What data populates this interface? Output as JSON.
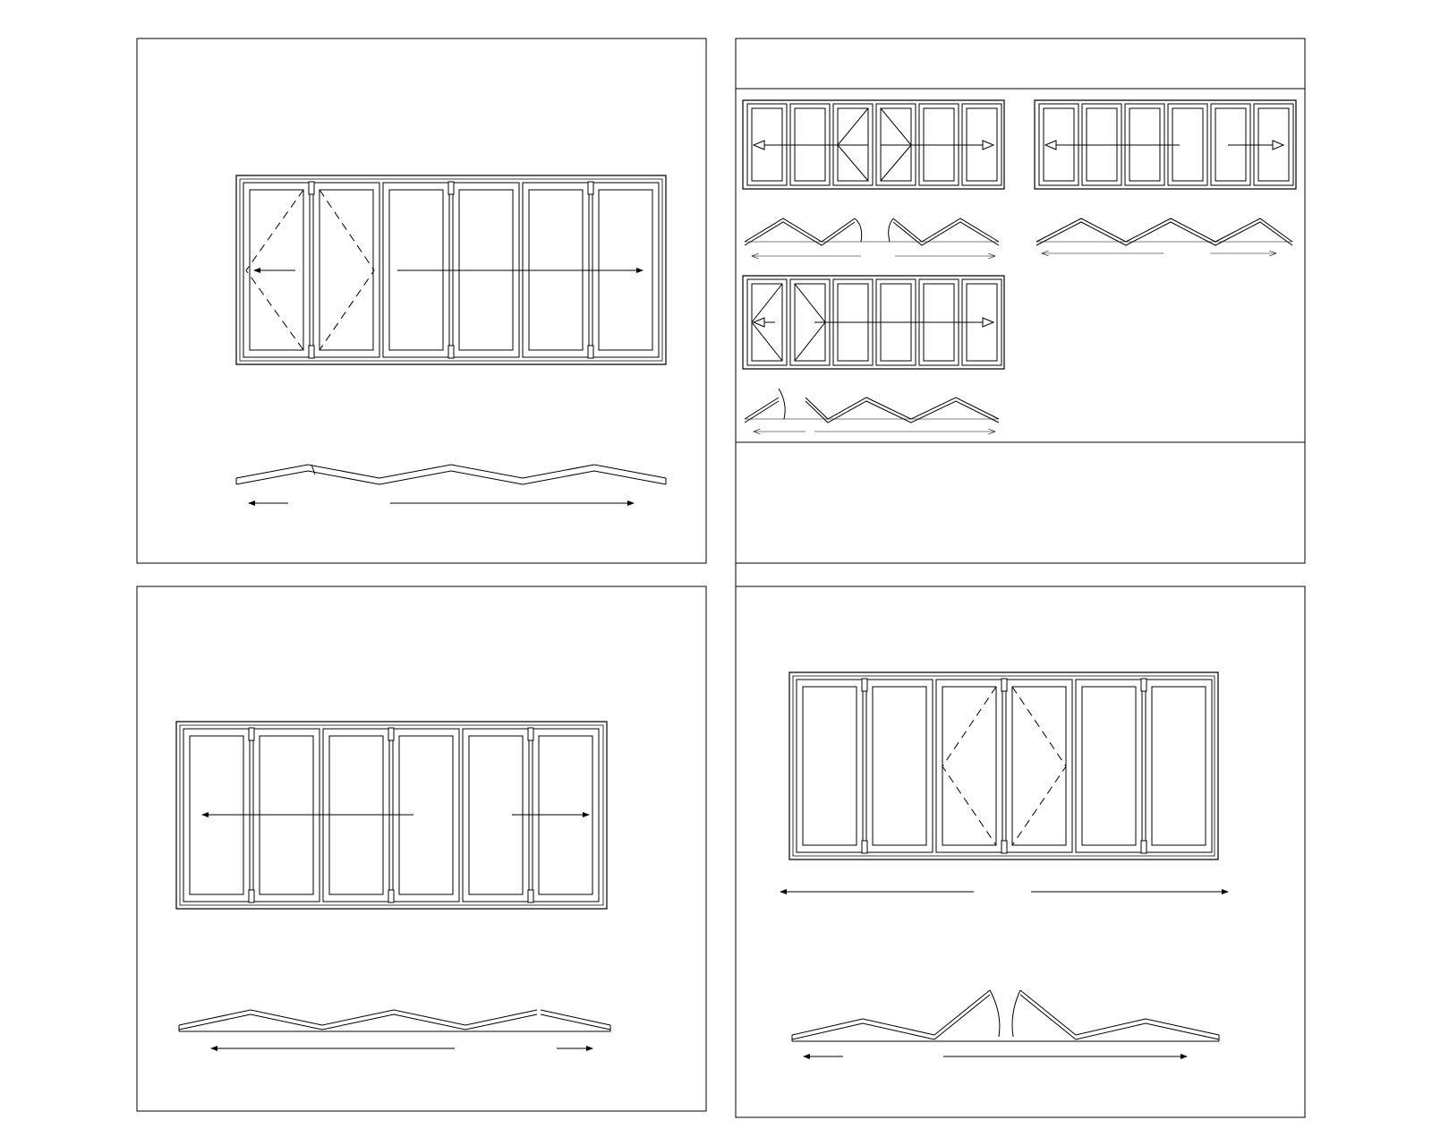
{
  "sheet": {
    "stroke_color": "#000000",
    "background_color": "#ffffff",
    "line_style_hinge": "dashed"
  },
  "panels": [
    {
      "id": "top-left",
      "title": "",
      "leaf_count": 6,
      "hinge_leaves": [
        0,
        1
      ],
      "arrows": [
        "left-short",
        "right-long"
      ]
    },
    {
      "id": "top-right",
      "title": "",
      "variants": [
        {
          "leaf_count": 6,
          "opening": "center-split"
        },
        {
          "leaf_count": 6,
          "opening": "side-split"
        },
        {
          "leaf_count": 6,
          "opening": "left-single"
        }
      ]
    },
    {
      "id": "bottom-left",
      "title": "",
      "leaf_count": 6,
      "hinge_leaves": [],
      "arrows": [
        "left-long",
        "right-short"
      ]
    },
    {
      "id": "bottom-right",
      "title": "",
      "leaf_count": 6,
      "hinge_leaves": [
        2,
        3
      ],
      "arrows": [
        "left-long",
        "right-long"
      ]
    }
  ]
}
